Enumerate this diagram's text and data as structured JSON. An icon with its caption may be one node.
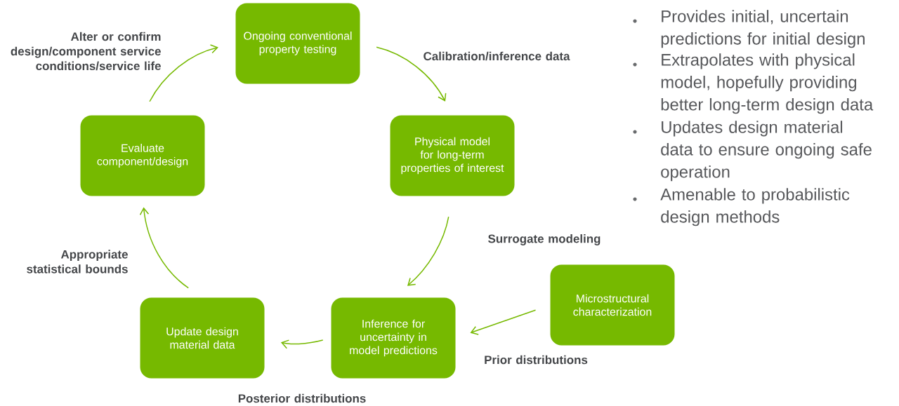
{
  "diagram": {
    "nodes": [
      {
        "text": [
          "Ongoing conventional property testing"
        ]
      },
      {
        "text": [
          "Physical model for long-term properties of interest"
        ]
      },
      {
        "text": [
          "Inference for uncertainty in model predictions"
        ]
      },
      {
        "text": [
          "Microstructural characterization"
        ]
      },
      {
        "text": [
          "Update design material data"
        ]
      },
      {
        "text": [
          "Evaluate component/design"
        ]
      }
    ],
    "edges": [
      {
        "from": 0,
        "to": 1,
        "arrow": "to",
        "label": "Calibration/inference data"
      },
      {
        "from": 1,
        "to": 2,
        "arrow": "to",
        "label": "Surrogate modeling"
      },
      {
        "from": 3,
        "to": 2,
        "arrow": "to",
        "label": "Prior distributions"
      },
      {
        "from": 2,
        "to": 4,
        "arrow": "to",
        "label": "Posterior distributions"
      },
      {
        "from": 4,
        "to": 5,
        "arrow": "to",
        "label": "Appropriate statistical bounds"
      },
      {
        "from": 5,
        "to": 0,
        "arrow": "to",
        "label": "Alter or confirm design/component service conditions/service life"
      }
    ],
    "labels": [
      "Provides initial, uncertain predictions for initial design",
      "Extrapolates with physical model, hopefully providing better long-term design data",
      "Updates design material data to ensure ongoing safe operation",
      "Amenable to probabilistic design methods"
    ]
  }
}
